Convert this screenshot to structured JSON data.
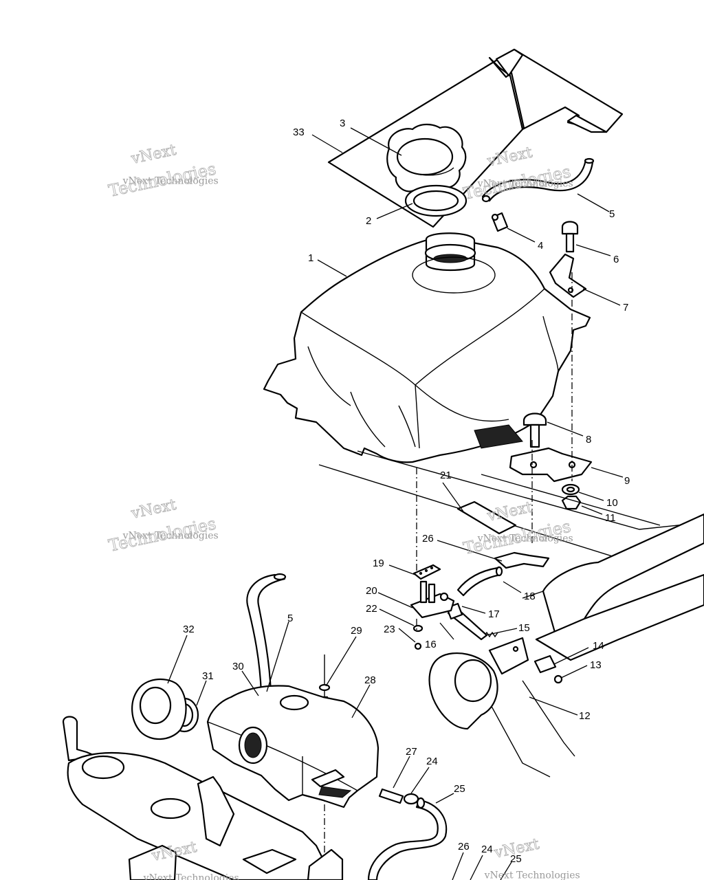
{
  "watermark": {
    "line_a": "vNext Technologies",
    "line_b": "vNext",
    "line_c": "Technologies"
  },
  "callouts": [
    "1",
    "2",
    "3",
    "4",
    "5",
    "6",
    "7",
    "8",
    "9",
    "10",
    "11",
    "12",
    "13",
    "14",
    "15",
    "16",
    "17",
    "18",
    "19",
    "20",
    "21",
    "22",
    "23",
    "24",
    "25",
    "26",
    "27",
    "28",
    "29",
    "30",
    "31",
    "32",
    "33"
  ],
  "colors": {
    "line": "#000000",
    "paper": "#ffffff",
    "watermark": "#9a9a9a"
  }
}
